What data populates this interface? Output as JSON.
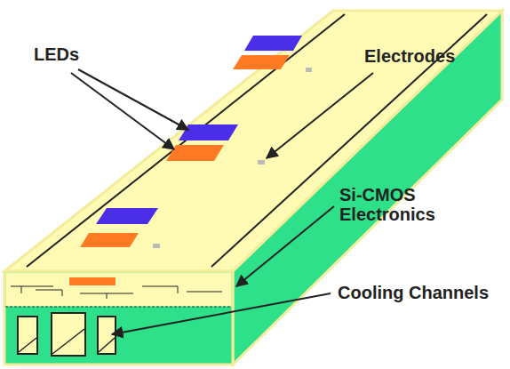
{
  "diagram": {
    "labels": [
      "LEDs",
      "Electrodes",
      "Si-CMOS Electronics",
      "Cooling Channels"
    ]
  }
}
